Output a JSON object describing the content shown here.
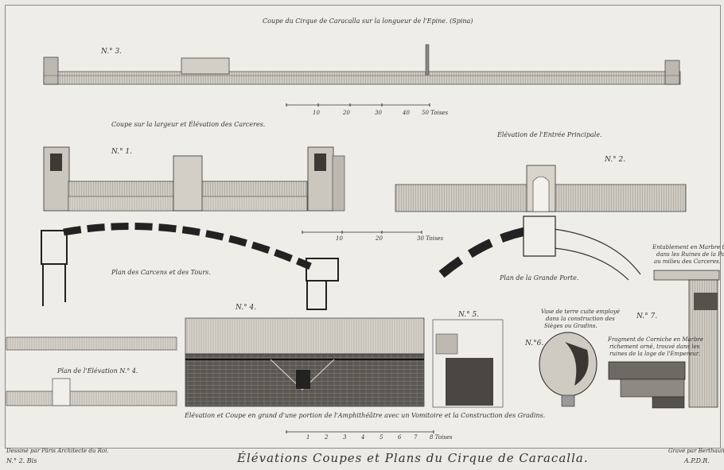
{
  "title_top": "Coupe du Cirque de Caracalla sur la longueur de l'Epine. (Spina)",
  "labels": {
    "n3": "N.° 3.",
    "n1": "N.° 1.",
    "n2": "N.° 2.",
    "n4": "N.° 4.",
    "n5": "N.° 5.",
    "n6": "N.°6.",
    "n7": "N.° 7."
  },
  "captions": {
    "carceres": "Coupe sur la largeur et Élévation des Carceres.",
    "entree": "Élévation de l'Entrée Principale.",
    "plan_carceres": "Plan des Carcens et des Tours.",
    "plan_porte": "Plan de la Grande Porte.",
    "plan_elev4": "Plan de l'Élévation N.° 4.",
    "entablement": [
      "Entablement en Marbre trouvé",
      "dans les Ruines de la Porte,",
      "au milieu des Carceres."
    ],
    "vase": [
      "Vase de terre cuite employé",
      "dans la construction des",
      "Sièges ou Gradins."
    ],
    "fragment": [
      "Fragment de Corniche en Marbre",
      "richement orné, trouvé dans les",
      "ruines de la loge de l'Empereur."
    ],
    "amphi": "Élévation et Coupe en grand d'une portion de l'Amphithéâtre avec un Vomitoire et la Construction des Gradins."
  },
  "scales": {
    "top": [
      "10",
      "20",
      "30",
      "40",
      "50 Toises"
    ],
    "mid": [
      "10",
      "20",
      "30 Toises"
    ],
    "bottom": [
      "1",
      "2",
      "3",
      "4",
      "5",
      "6",
      "7",
      "8 Toises"
    ]
  },
  "footer": {
    "left_credit": "Dessiné par Pâris Architecte du Roi.",
    "left_plate": "N.° 2. Bis",
    "main_title": "Élévations Coupes et Plans du Cirque de Caracalla.",
    "right_credit": "Gravé par Berthault.",
    "right_mark": "A.P.D.R."
  }
}
